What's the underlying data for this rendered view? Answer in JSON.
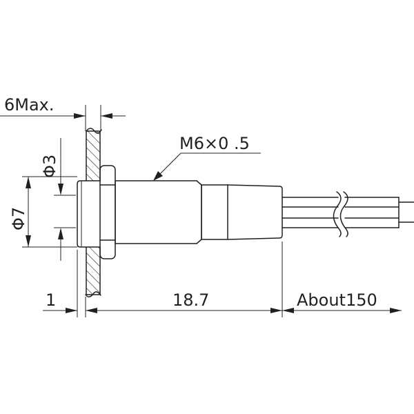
{
  "labels": {
    "panel_max": "6Max.",
    "thread": "M6×0 .5",
    "diameter_small": "Φ3",
    "diameter_large": "Φ7",
    "flange_thickness": "1",
    "body_length": "18.7",
    "lead_length": "About150"
  },
  "colors": {
    "line": "#231f20",
    "background": "#ffffff"
  }
}
